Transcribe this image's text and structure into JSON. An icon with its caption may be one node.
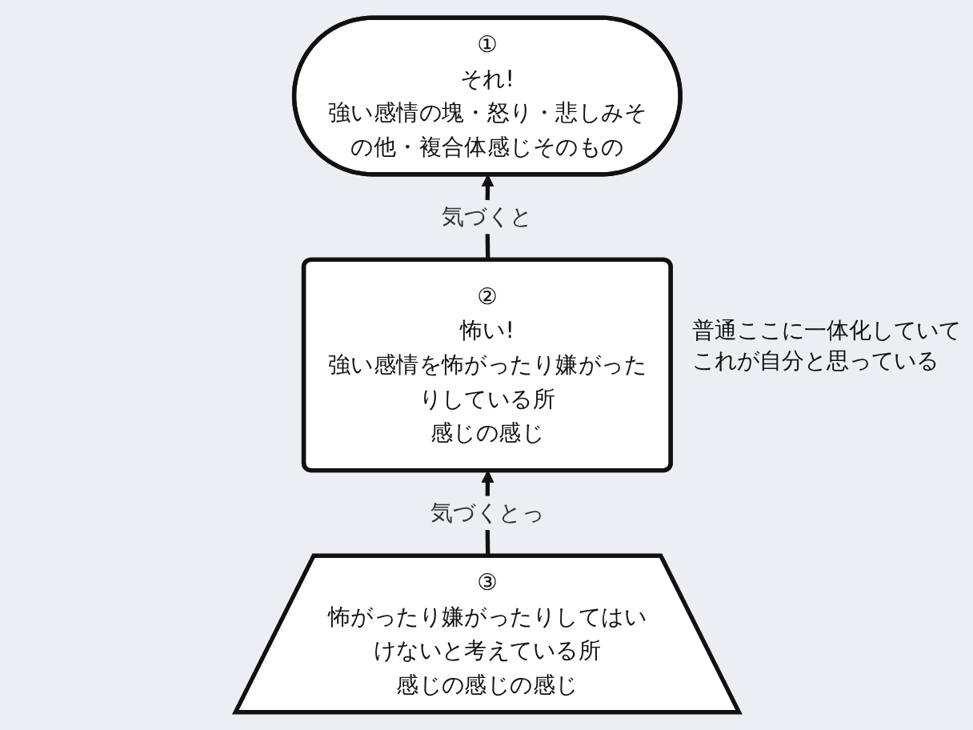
{
  "diagram": {
    "nodes": [
      {
        "text": [
          "①",
          "それ!",
          "強い感情の塊・怒り・悲しみその他・複合体感じそのもの"
        ]
      },
      {
        "text": [
          "②",
          "怖い!",
          "強い感情を怖がったり嫌がったりしている所",
          "感じの感じ"
        ],
        "beside": [
          "普通ここに一体化していてこれが自分と思っている"
        ]
      },
      {
        "text": [
          "③",
          "怖がったり嫌がったりしてはいけないと考えている所",
          "感じの感じの感じ"
        ]
      }
    ],
    "edges": [
      {
        "from": 1,
        "to": 0,
        "arrow": "to",
        "label": "気づくと"
      },
      {
        "from": 2,
        "to": 1,
        "arrow": "to",
        "label": "気づくとっ"
      }
    ]
  }
}
